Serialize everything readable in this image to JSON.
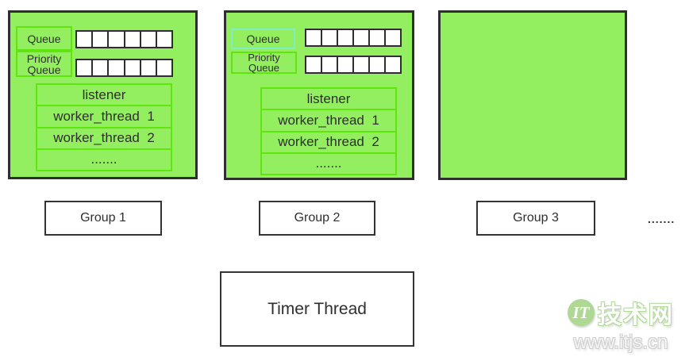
{
  "colors": {
    "box_fill": "#93ee60",
    "box_border": "#2e2e2e",
    "inner_border": "#5fe60e",
    "queue2_border": "#7eeec4",
    "text": "#2f2f2f",
    "watermark_green": "#b3d99b",
    "watermark_gray": "#cfcfcf"
  },
  "groups": [
    {
      "queue_label": "Queue",
      "priority_line1": "Priority",
      "priority_line2": "Queue",
      "queue_cells": 6,
      "priority_cells": 6,
      "rows": [
        "listener",
        "worker_thread  1",
        "worker_thread  2",
        "......."
      ]
    },
    {
      "queue_label": "Queue",
      "priority_line1": "Priority",
      "priority_line2": "Queue",
      "queue_cells": 6,
      "priority_cells": 6,
      "rows": [
        "listener",
        "worker_thread  1",
        "worker_thread  2",
        "......."
      ]
    },
    {}
  ],
  "group_labels": {
    "g1": "Group 1",
    "g2": "Group 2",
    "g3": "Group 3",
    "ellipsis": "......."
  },
  "timer_label": "Timer Thread",
  "watermark": {
    "badge": "IT",
    "brand": "技术网",
    "url": "www.itjs.cn"
  }
}
